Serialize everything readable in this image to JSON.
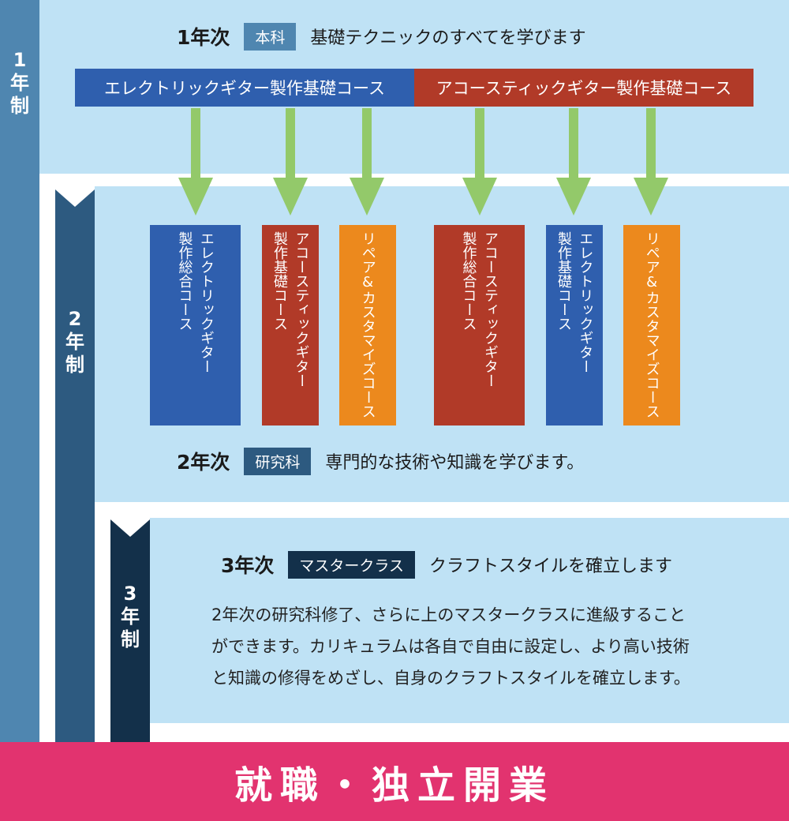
{
  "tier1": {
    "stripe": [
      "1",
      "年",
      "制"
    ],
    "year": "1年次",
    "tag": "本科",
    "description": "基礎テクニックのすべてを学びます"
  },
  "foundation": {
    "electric": "エレクトリックギター製作基礎コース",
    "acoustic": "アコースティックギター製作基礎コース"
  },
  "tier2": {
    "stripe": [
      "2",
      "年",
      "制"
    ],
    "year": "2年次",
    "tag": "研究科",
    "description": "専門的な技術や知識を学びます。",
    "courses": [
      {
        "lines": [
          "エレクトリックギター",
          "製作総合コース"
        ],
        "color": "#2f5fae"
      },
      {
        "lines": [
          "アコースティックギター",
          "製作基礎コース"
        ],
        "color": "#b13a28"
      },
      {
        "lines": [
          "リペア&カスタマイズコース"
        ],
        "color": "#ec891d"
      },
      {
        "lines": [
          "アコースティックギター",
          "製作総合コース"
        ],
        "color": "#b13a28"
      },
      {
        "lines": [
          "エレクトリックギター",
          "製作基礎コース"
        ],
        "color": "#2f5fae"
      },
      {
        "lines": [
          "リペア&カスタマイズコース"
        ],
        "color": "#ec891d"
      }
    ]
  },
  "tier3": {
    "stripe": [
      "3",
      "年",
      "制"
    ],
    "year": "3年次",
    "tag": "マスタークラス",
    "description": "クラフトスタイルを確立します",
    "paragraph": [
      "2年次の研究科修了、さらに上のマスタークラスに進級すること",
      "ができます。カリキュラムは各自で自由に設定し、より高い技術",
      "と知識の修得をめざし、自身のクラフトスタイルを確立します。"
    ]
  },
  "footer": {
    "title": "就職・独立開業"
  },
  "colors": {
    "arrow": "#93c96a",
    "panel": "#bfe2f5",
    "footer": "#e2336f",
    "stripe1": "#4f86b0",
    "stripe2": "#2d5a80",
    "stripe3": "#13304a"
  }
}
